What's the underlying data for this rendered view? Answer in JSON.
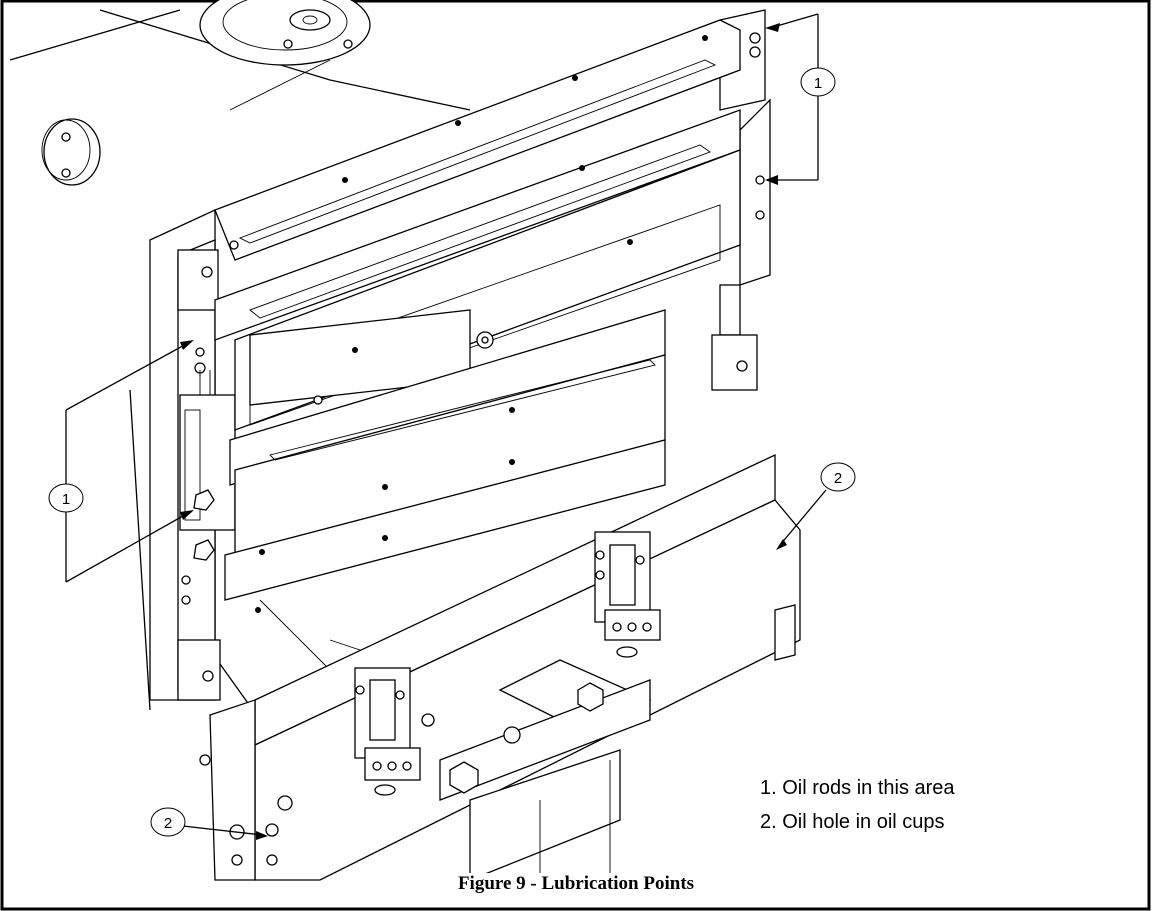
{
  "callouts": [
    "1",
    "1",
    "2",
    "2"
  ],
  "legend": {
    "item1": "1. Oil rods in this area",
    "item2": "2. Oil hole in oil cups"
  },
  "caption": "Figure 9 - Lubrication Points",
  "colors": {
    "ink": "#000000",
    "paper": "#ffffff"
  }
}
